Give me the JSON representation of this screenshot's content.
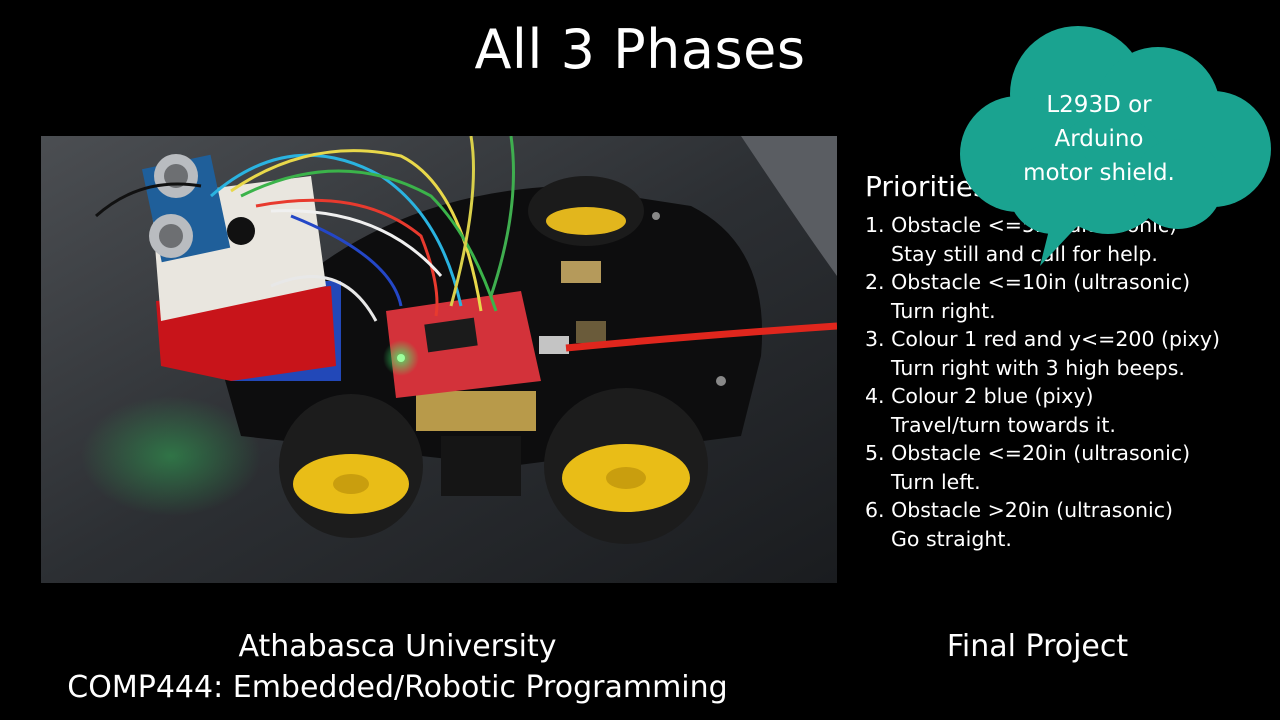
{
  "slide": {
    "title": "All 3 Phases",
    "photo_alt": "",
    "priorities": {
      "heading": "Priorities:",
      "items": [
        {
          "line1": "1. Obstacle <=5in (ultrasonic)",
          "line2": "Stay still and call for help."
        },
        {
          "line1": "2. Obstacle <=10in (ultrasonic)",
          "line2": "Turn right."
        },
        {
          "line1": "3. Colour 1 red and y<=200 (pixy)",
          "line2": "Turn right with 3 high beeps."
        },
        {
          "line1": "4. Colour 2 blue (pixy)",
          "line2": "Travel/turn towards it."
        },
        {
          "line1": "5. Obstacle <=20in (ultrasonic)",
          "line2": "Turn left."
        },
        {
          "line1": "6. Obstacle >20in (ultrasonic)",
          "line2": "Go straight."
        }
      ]
    },
    "callout": {
      "line1": "L293D or",
      "line2": "Arduino",
      "line3": "motor shield."
    },
    "footer": {
      "university": "Athabasca University",
      "course": "COMP444: Embedded/Robotic Programming",
      "project": "Final Project"
    }
  },
  "colors": {
    "background": "#000000",
    "callout": "#1aa390",
    "text": "#ffffff"
  }
}
